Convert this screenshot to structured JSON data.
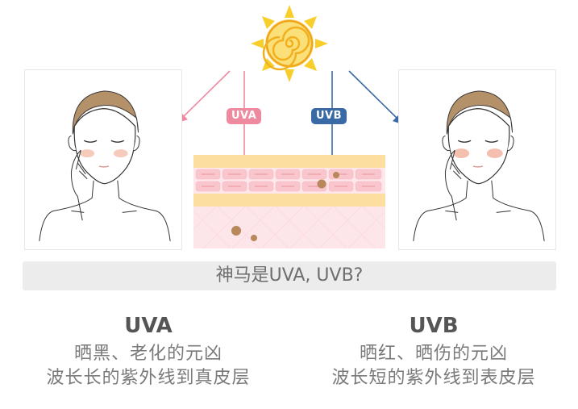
{
  "diagram": {
    "labels": {
      "uva_tag": "UVA",
      "uvb_tag": "UVB"
    },
    "colors": {
      "uva": "#ee8aa0",
      "uvb": "#3a6aa5",
      "sun": "#f6c622",
      "skin_band": "#fbdc9a",
      "skin_cells": "#f9c8cf",
      "dermis": "#fce6ea",
      "melanin": "#b8875a"
    }
  },
  "banner": {
    "text": "神马是UVA, UVB?"
  },
  "uva": {
    "title": "UVA",
    "line1": "晒黑、老化的元凶",
    "line2": "波长长的紫外线到真皮层"
  },
  "uvb": {
    "title": "UVB",
    "line1": "晒红、晒伤的元凶",
    "line2": "波长短的紫外线到表皮层"
  }
}
